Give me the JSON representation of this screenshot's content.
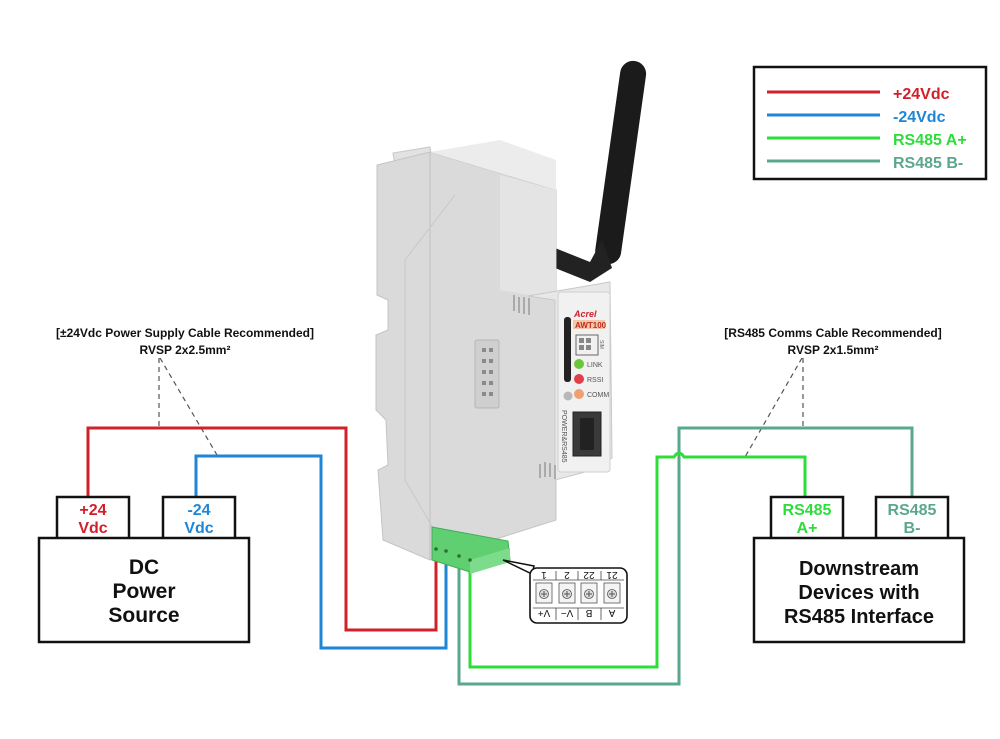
{
  "legend": {
    "items": [
      {
        "label": "+24Vdc",
        "color": "#d0202a"
      },
      {
        "label": "-24Vdc",
        "color": "#1f86d6"
      },
      {
        "label": "RS485 A+",
        "color": "#2edc3a"
      },
      {
        "label": "RS485 B-",
        "color": "#5aa88c"
      }
    ]
  },
  "power_cable": {
    "title": "[±24Vdc Power Supply Cable Recommended]",
    "spec": "RVSP 2x2.5mm²"
  },
  "comms_cable": {
    "title": "[RS485 Comms Cable Recommended]",
    "spec": "RVSP 2x1.5mm²"
  },
  "power_source": {
    "title_lines": [
      "DC",
      "Power",
      "Source"
    ],
    "terminals": [
      {
        "lines": [
          "+24",
          "Vdc"
        ],
        "color": "#d0202a"
      },
      {
        "lines": [
          "-24",
          "Vdc"
        ],
        "color": "#1f86d6"
      }
    ]
  },
  "downstream": {
    "title_lines": [
      "Downstream",
      "Devices with",
      "RS485 Interface"
    ],
    "terminals": [
      {
        "lines": [
          "RS485",
          "A+"
        ],
        "color": "#2edc3a"
      },
      {
        "lines": [
          "RS485",
          "B-"
        ],
        "color": "#5aa88c"
      }
    ]
  },
  "device": {
    "brand": "Acrel",
    "model": "AWT100",
    "sim_label": "SIM",
    "leds": [
      {
        "label": "LINK",
        "color": "#6cc63a"
      },
      {
        "label": "RSSI",
        "color": "#e0404a"
      },
      {
        "label": "COMM",
        "color": "#f0a070"
      }
    ],
    "port_label": "POWER&RS485"
  },
  "terminal_block": {
    "numbers": [
      "1",
      "2",
      "22",
      "21"
    ],
    "signals": [
      "V+",
      "V−",
      "B",
      "A"
    ]
  }
}
